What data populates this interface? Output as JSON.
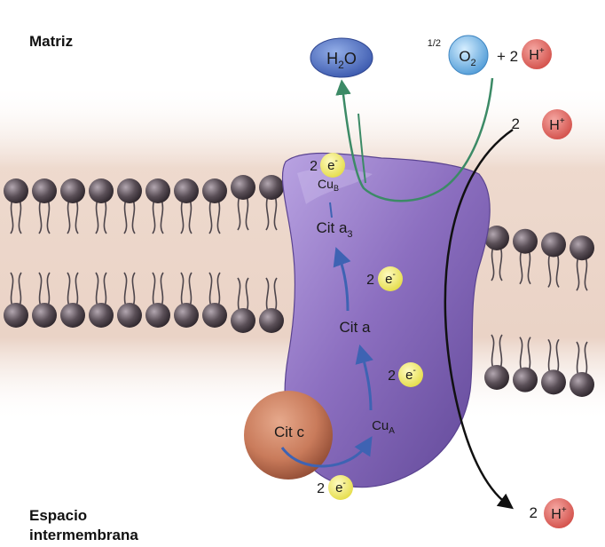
{
  "regions": {
    "matrix": "Matriz",
    "intermembrane_line1": "Espacio",
    "intermembrane_line2": "intermembrana"
  },
  "molecules": {
    "water": {
      "base": "H",
      "sub": "2",
      "tail": "O"
    },
    "oxygen_coef": "1/2",
    "oxygen": {
      "base": "O",
      "sub": "2"
    },
    "plus_two": "+ 2",
    "proton": {
      "base": "H",
      "sup": "+"
    },
    "two": "2",
    "electron": {
      "base": "e",
      "sup": "-"
    }
  },
  "carriers": {
    "cyt_c": "Cit c",
    "cu_a": {
      "base": "Cu",
      "sub": "A"
    },
    "cyt_a": "Cit a",
    "cyt_a3": {
      "base": "Cit a",
      "sub": "3"
    },
    "cu_b": {
      "base": "Cu",
      "sub": "B"
    }
  },
  "colors": {
    "background_band": "#e6c9b8",
    "protein": "#8c6fc0",
    "lipid_head": "#4a4048",
    "electron_badge": "#f2ec6e",
    "proton_badge": "#e06560",
    "water_badge": "#4d6fc4",
    "oxygen_badge": "#6fb4e8",
    "cyt_c": "#c97b5b",
    "electron_path_arrow": "#3e63b3",
    "oxygen_path": "#3c8a66",
    "proton_path": "#111111"
  },
  "icons": [
    "phospholipid-head-icon",
    "arrow-icon"
  ]
}
